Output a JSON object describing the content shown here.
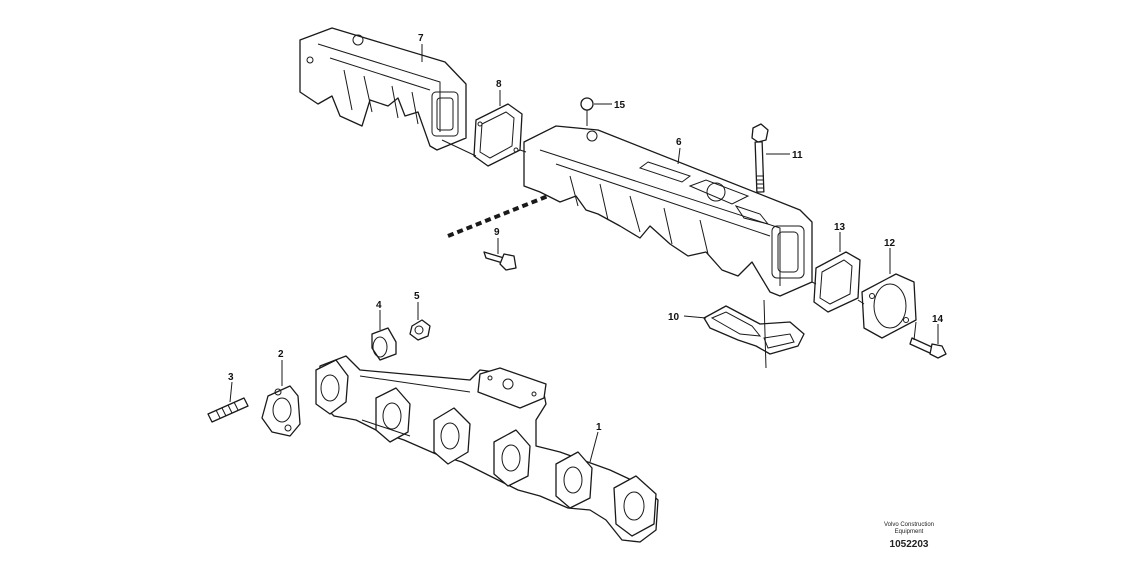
{
  "diagram": {
    "callouts": {
      "c1": "1",
      "c2": "2",
      "c3": "3",
      "c4": "4",
      "c5": "5",
      "c6": "6",
      "c7": "7",
      "c8": "8",
      "c9": "9",
      "c10": "10",
      "c11": "11",
      "c12": "12",
      "c13": "13",
      "c14": "14",
      "c15": "15"
    },
    "footer": {
      "brand_line1": "Volvo Construction",
      "brand_line2": "Equipment",
      "drawing_number": "1052203"
    }
  }
}
